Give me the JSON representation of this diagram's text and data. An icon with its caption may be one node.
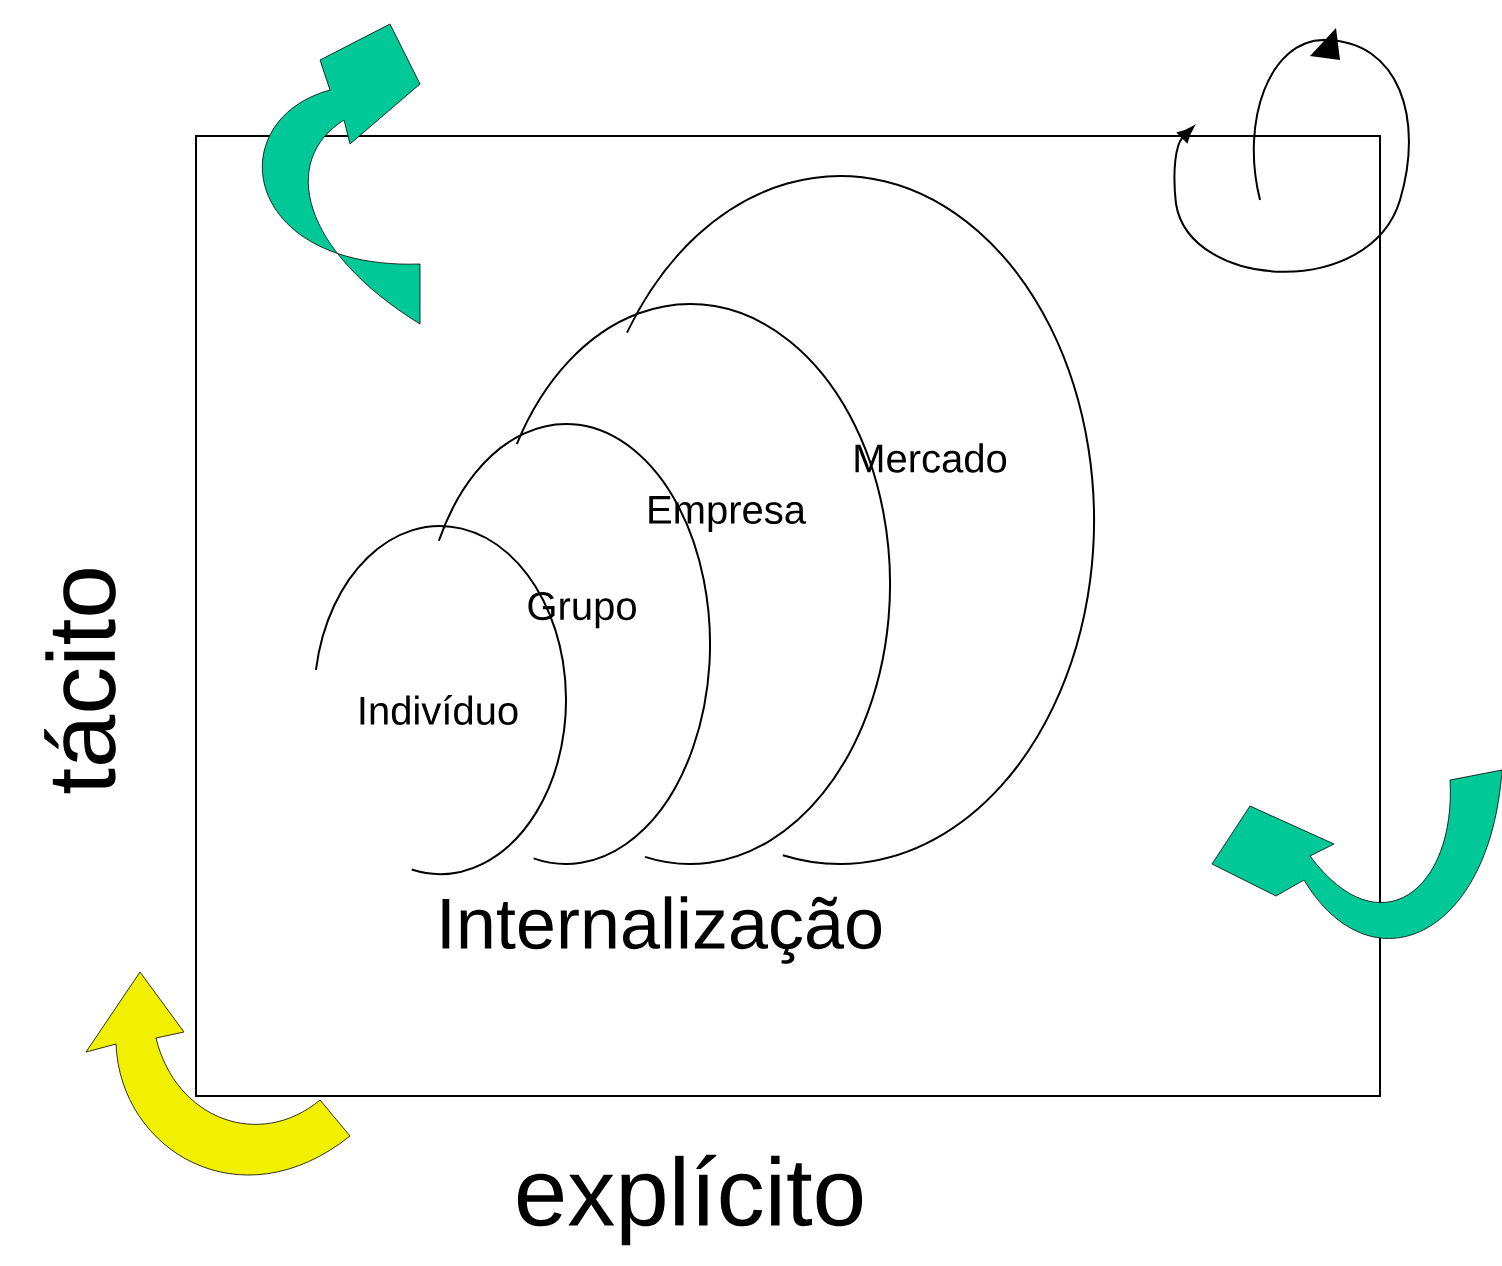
{
  "diagram": {
    "labels": [
      "Mercado",
      "Empresa",
      "Grupo",
      "Indivíduo",
      "Internalização",
      "tácito",
      "explícito"
    ]
  }
}
